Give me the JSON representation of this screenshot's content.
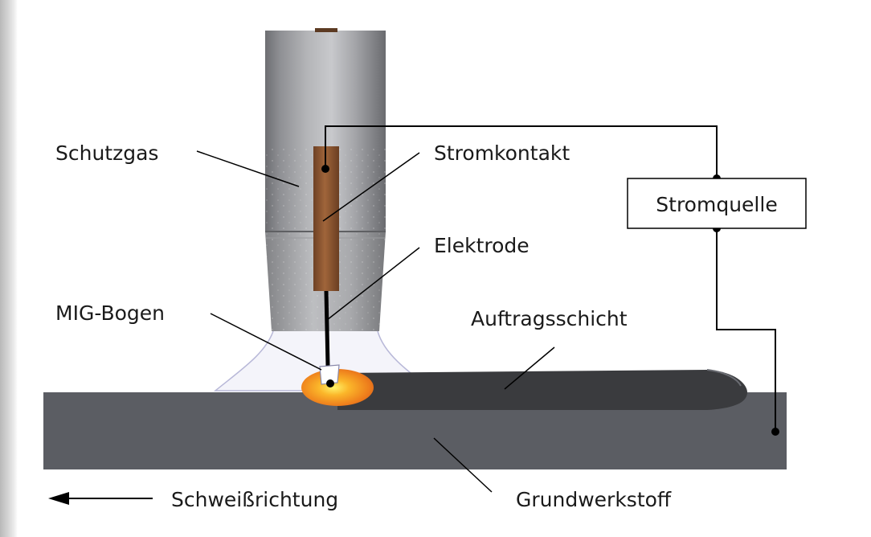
{
  "labels": {
    "schutzgas": "Schutzgas",
    "stromkontakt": "Stromkontakt",
    "elektrode": "Elektrode",
    "mig_bogen": "MIG-Bogen",
    "auftragsschicht": "Auftragsschicht",
    "stromquelle": "Stromquelle",
    "schweissrichtung": "Schweißrichtung",
    "grundwerkstoff": "Grundwerkstoff"
  },
  "colors": {
    "base_metal": "#5b5d63",
    "weld_bead": "#3a3b3e",
    "contact_tube": "#8a5430",
    "arc_pool": "#f08a1e",
    "wire": "#000000"
  }
}
